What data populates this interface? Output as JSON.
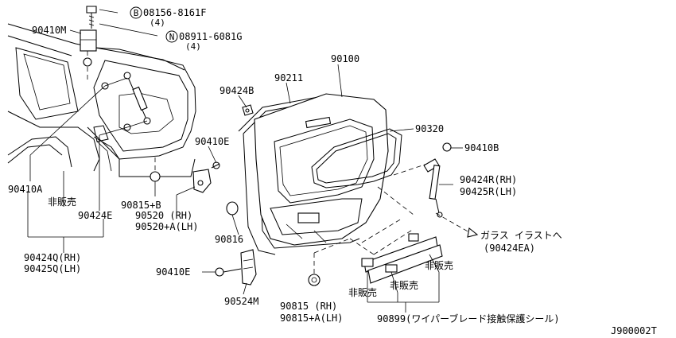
{
  "labels": {
    "p08156": "08156-8161F",
    "p08156_qty": "(4)",
    "p08911": "08911-6081G",
    "p08911_qty": "(4)",
    "p90410M": "90410M",
    "p90211": "90211",
    "p90100": "90100",
    "p90424B": "90424B",
    "p90320": "90320",
    "p90410B": "90410B",
    "p90410E_top": "90410E",
    "p90424R": "90424R(RH)",
    "p90425R": "90425R(LH)",
    "p90410A": "90410A",
    "not_for_sale_1": "非販売",
    "p90424E": "90424E",
    "p90815B": "90815+B",
    "p90520": "90520  (RH)",
    "p90520A": "90520+A(LH)",
    "p90816": "90816",
    "glass_ref": "ガラス イラストへ",
    "glass_ref_part": "(90424EA)",
    "p90424Q": "90424Q(RH)",
    "p90425Q": "90425Q(LH)",
    "p90410E_bot": "90410E",
    "p90524M": "90524M",
    "not_for_sale_2": "非販売",
    "not_for_sale_3": "非販売",
    "not_for_sale_4": "非販売",
    "p90815": "90815  (RH)",
    "p90815A": "90815+A(LH)",
    "p90899": "90899(ワイパーブレード接触保護シール)",
    "diagram_id": "J900002T"
  },
  "callouts": {
    "bolt_symbol": "B",
    "nut_symbol": "N"
  }
}
